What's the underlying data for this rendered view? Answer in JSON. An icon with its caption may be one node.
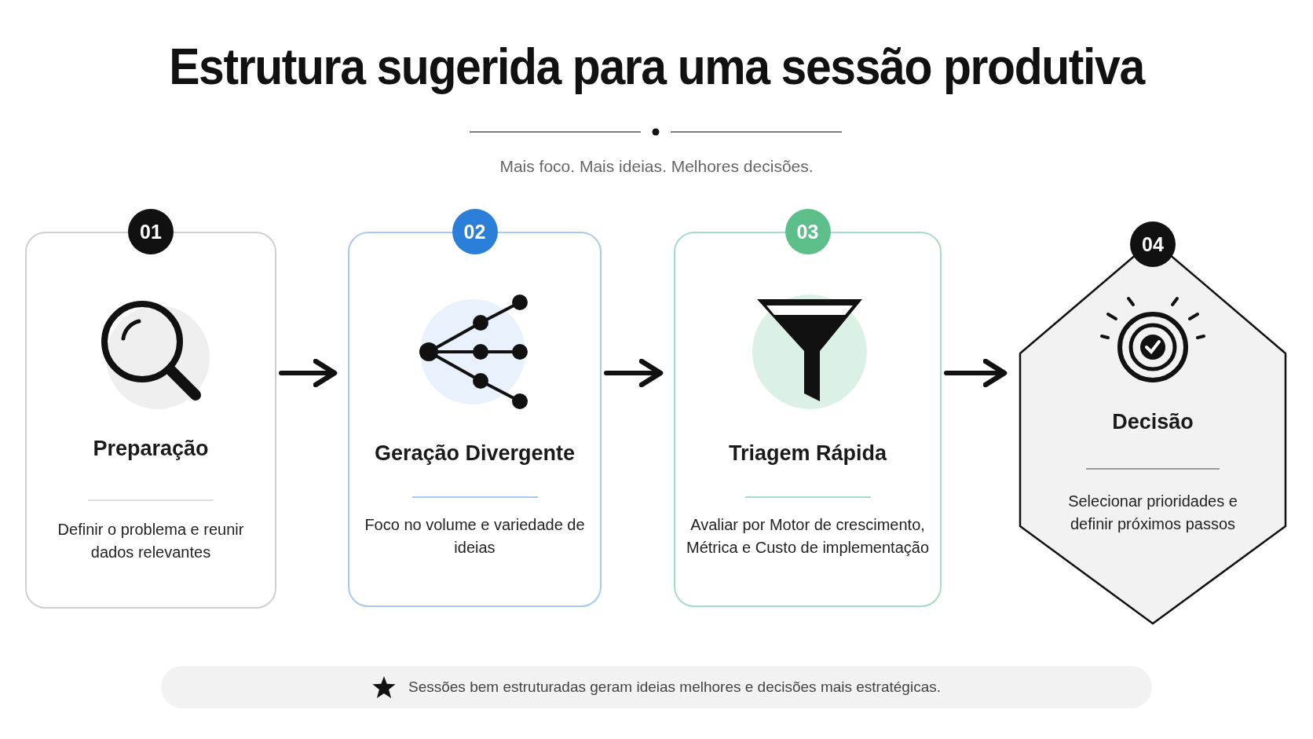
{
  "diagram": {
    "title": "Estrutura sugerida para uma sessão produtiva",
    "nodes": [
      {
        "text": [
          "01",
          "Preparação",
          "Definir o problema e reunir dados relevantes"
        ]
      },
      {
        "text": [
          "02",
          "Geração Divergente",
          "Foco no volume e variedade de ideias"
        ]
      },
      {
        "text": [
          "03",
          "Triagem Rápida",
          "Avaliar por Motor de crescimento, Métrica e Custo de implementação"
        ]
      },
      {
        "text": [
          "04",
          "Decisão",
          "Selecionar prioridades e definir próximos passos"
        ]
      },
      {
        "text": [
          "Sessões bem estruturadas geram ideias melhores e decisões mais estratégicas."
        ]
      }
    ],
    "edges": [
      {
        "from": 0,
        "to": 1,
        "arrow": "to"
      },
      {
        "from": 1,
        "to": 2,
        "arrow": "to"
      },
      {
        "from": 2,
        "to": 3,
        "arrow": "to"
      }
    ],
    "labels": [
      "Mais foco. Mais ideias. Melhores decisões."
    ]
  }
}
